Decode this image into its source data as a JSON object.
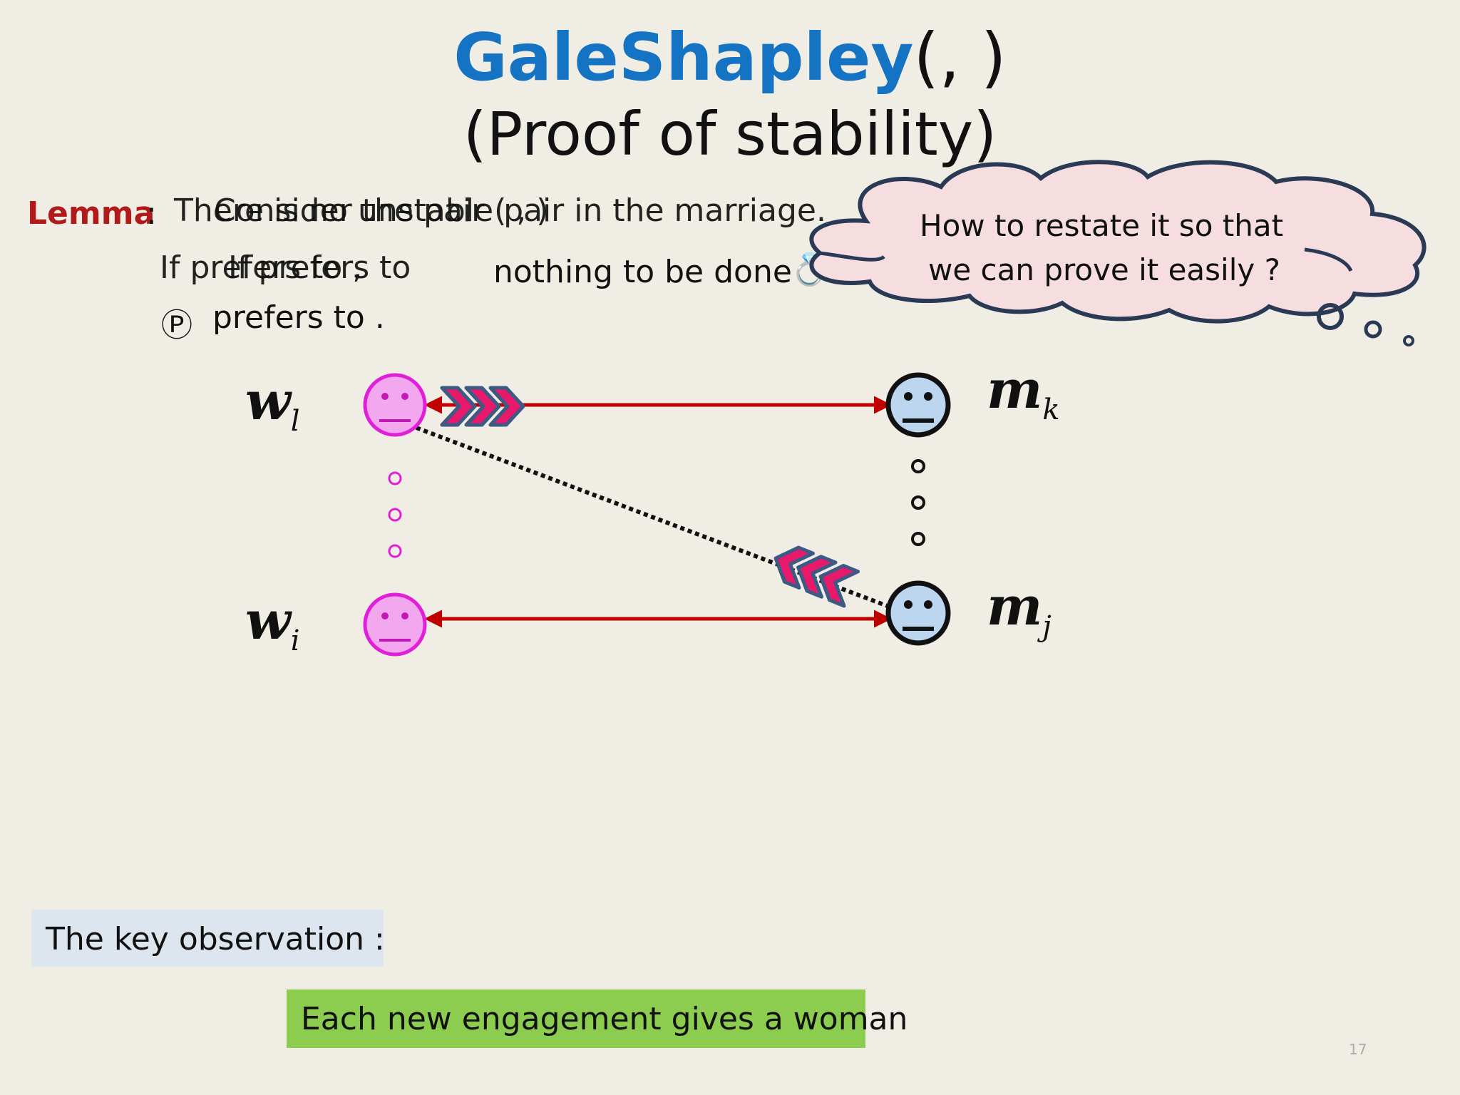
{
  "title": {
    "algo": "GaleShapley",
    "args": "(, )",
    "subtitle": "(Proof of stability)"
  },
  "lemma": {
    "label": "Lemma",
    "colon": ":",
    "line1_a": "There is no unstable pair in the marriage.",
    "line1_b": "Consider the pair ( , )",
    "line2_a": "If  prefers to ,",
    "line2_b": "If  prefers to",
    "line2_c": "nothing to be done",
    "ring_glyph": "💍",
    "line3_symbol": "Ⓟ",
    "line3": "prefers  to ."
  },
  "thought_cloud": {
    "line1": "How to restate it so that",
    "line2": "we can prove it easily ?"
  },
  "diagram": {
    "nodes": {
      "w_l": {
        "base": "w",
        "sub": "l"
      },
      "w_i": {
        "base": "w",
        "sub": "i"
      },
      "m_k": {
        "base": "m",
        "sub": "k"
      },
      "m_j": {
        "base": "m",
        "sub": "j"
      }
    },
    "colors": {
      "woman": "#f3a7ef",
      "woman_stroke": "#e21fd8",
      "man": "#bcd6ef",
      "edge": "#c00000",
      "chevron": "#e8196b",
      "chevron_stroke": "#3c5a84"
    }
  },
  "key_observation": "The key observation :",
  "engagement_text": "Each new engagement gives a woman",
  "page_number": "17"
}
